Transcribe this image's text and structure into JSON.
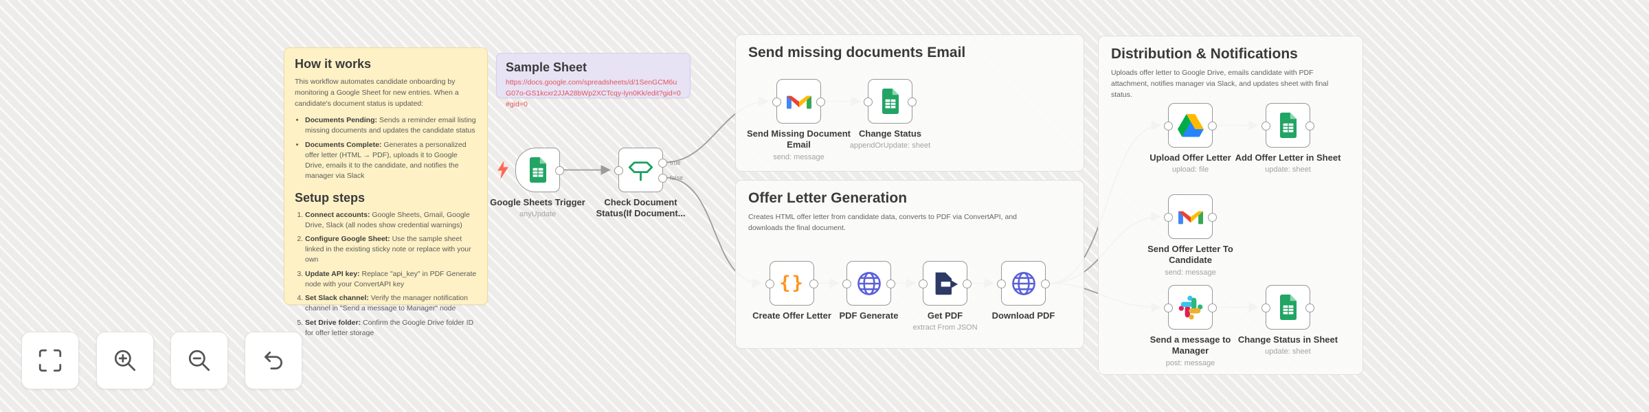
{
  "canvas": {
    "background": "#f2f0ee",
    "wire_color": "#9b9b9b"
  },
  "sticky_yellow": {
    "title": "How it works",
    "intro": "This workflow automates candidate onboarding by monitoring a Google Sheet for new entries. When a candidate's document status is updated:",
    "bullets": [
      {
        "label": "Documents Pending:",
        "text": " Sends a reminder email listing missing documents and updates the candidate status"
      },
      {
        "label": "Documents Complete:",
        "text": " Generates a personalized offer letter (HTML → PDF), uploads it to Google Drive, emails it to the candidate, and notifies the manager via Slack"
      }
    ],
    "setup_title": "Setup steps",
    "steps": [
      {
        "label": "Connect accounts:",
        "text": " Google Sheets, Gmail, Google Drive, Slack (all nodes show credential warnings)"
      },
      {
        "label": "Configure Google Sheet:",
        "text": " Use the sample sheet linked in the existing sticky note or replace with your own"
      },
      {
        "label": "Update API key:",
        "text": " Replace \"api_key\" in PDF Generate node with your ConvertAPI key"
      },
      {
        "label": "Set Slack channel:",
        "text": " Verify the manager notification channel in \"Send a message to Manager\" node"
      },
      {
        "label": "Set Drive folder:",
        "text": " Confirm the Google Drive folder ID for offer letter storage"
      }
    ]
  },
  "sticky_purple": {
    "title": "Sample Sheet",
    "link": "https://docs.google.com/spreadsheets/d/1SenGCM6uG07o-GS1kcxr2JJA28bWp2XCTcqy-lyn0Kk/edit?gid=0#gid=0"
  },
  "sections": {
    "send_missing": {
      "title": "Send missing documents Email"
    },
    "offer": {
      "title": "Offer Letter Generation",
      "description": "Creates HTML offer letter from candidate data, converts to PDF via ConvertAPI, and downloads the final document."
    },
    "distribution": {
      "title": "Distribution & Notifications",
      "description": "Uploads offer letter to Google Drive, emails candidate with PDF attachment, notifies manager via Slack, and updates sheet with final status."
    }
  },
  "nodes": {
    "trigger": {
      "label": "Google Sheets Trigger",
      "caption": "anyUpdate"
    },
    "check_status": {
      "label": "Check Document Status(If Document...",
      "out_true": "true",
      "out_false": "false"
    },
    "send_missing_email": {
      "label": "Send Missing Document Email",
      "caption": "send: message"
    },
    "change_status": {
      "label": "Change Status",
      "caption": "appendOrUpdate: sheet"
    },
    "create_offer": {
      "label": "Create Offer Letter"
    },
    "pdf_generate": {
      "label": "PDF Generate"
    },
    "get_pdf": {
      "label": "Get PDF",
      "caption": "extract From JSON"
    },
    "download_pdf": {
      "label": "Download PDF"
    },
    "upload_offer": {
      "label": "Upload Offer Letter",
      "caption": "upload: file"
    },
    "add_offer_sheet": {
      "label": "Add Offer Letter in Sheet",
      "caption": "update: sheet"
    },
    "send_offer_candidate": {
      "label": "Send Offer Letter To Candidate",
      "caption": "send: message"
    },
    "slack_manager": {
      "label": "Send a message to Manager",
      "caption": "post: message"
    },
    "change_status_sheet": {
      "label": "Change Status in Sheet",
      "caption": "update: sheet"
    }
  },
  "controls": {
    "icons": [
      "fit-view-icon",
      "zoom-in-icon",
      "zoom-out-icon",
      "reset-icon"
    ]
  },
  "brand_colors": {
    "sheets_green": "#21A464",
    "drive_blue": "#2684FC",
    "drive_green": "#00AC47",
    "drive_yellow": "#FFBA00",
    "gmail_red": "#EA4335",
    "gmail_blue": "#4285F4",
    "gmail_green": "#34A853",
    "gmail_yellow": "#FBBC04",
    "slack_red": "#E01E5A",
    "slack_blue": "#36C5F0",
    "slack_green": "#2EB67D",
    "slack_yellow": "#ECB22E",
    "code_orange": "#ff931f",
    "http_indigo": "#5a5fd8",
    "if_green": "#18a05b",
    "trigger_bolt": "#ff6652",
    "link_red": "#e0565f"
  }
}
